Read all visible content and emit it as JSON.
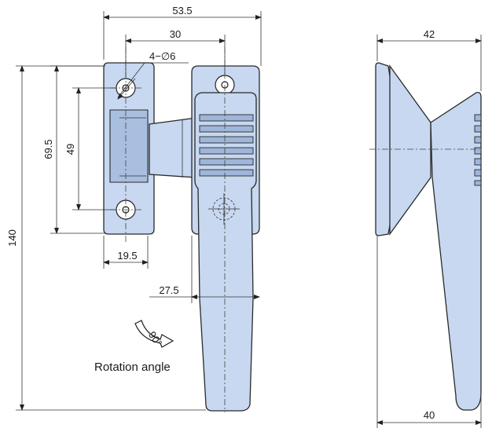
{
  "front_view": {
    "dim_overall_width": "53.5",
    "dim_hole_spacing": "30",
    "dim_hole_callout": "4−∅6",
    "dim_overall_height": "140",
    "dim_mount_height": "69.5",
    "dim_hole_pitch": "49",
    "dim_base_width": "19.5",
    "dim_offset": "27.5"
  },
  "side_view": {
    "dim_top_depth": "42",
    "dim_bottom_depth": "40"
  },
  "rotation": {
    "angle_label": "90°",
    "caption": "Rotation angle"
  }
}
